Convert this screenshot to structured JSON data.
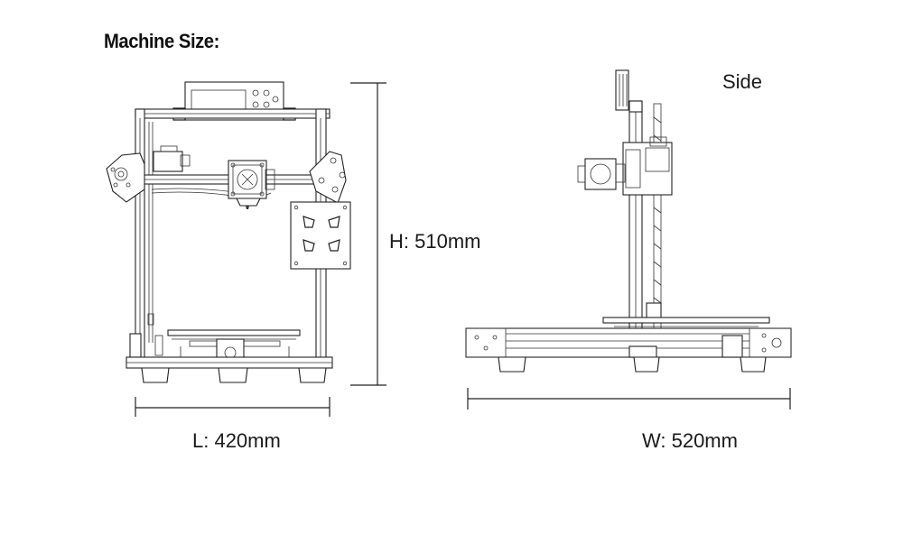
{
  "title": "Machine Size:",
  "views": {
    "side_label": "Side"
  },
  "dimensions": {
    "height": "H: 510mm",
    "length": "L: 420mm",
    "width": "W: 520mm"
  },
  "colors": {
    "line": "#222222",
    "background": "#ffffff"
  }
}
